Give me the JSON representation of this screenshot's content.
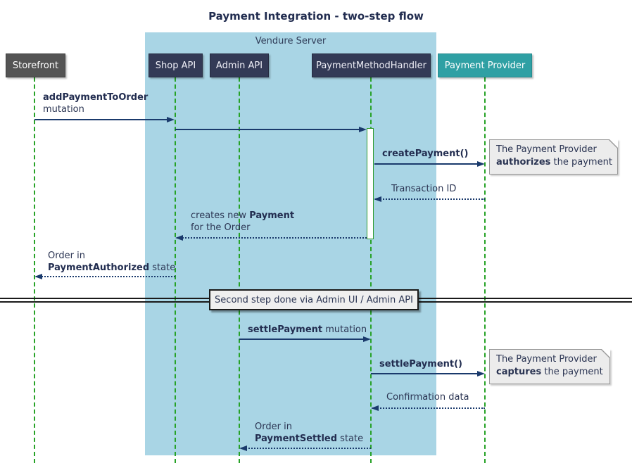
{
  "title": "Payment Integration - two-step flow",
  "server_group": {
    "label": "Vendure Server"
  },
  "participants": {
    "storefront": "Storefront",
    "shop_api": "Shop API",
    "admin_api": "Admin API",
    "payment_method_handler": "PaymentMethodHandler",
    "payment_provider": "Payment Provider"
  },
  "messages": {
    "add_payment": {
      "bold": "addPaymentToOrder",
      "line2": "mutation"
    },
    "create_payment": {
      "bold": "createPayment()"
    },
    "transaction_id": {
      "text": "Transaction ID"
    },
    "creates_payment": {
      "pre": "creates new ",
      "bold": "Payment",
      "line2": "for the Order"
    },
    "order_authorized": {
      "line1": "Order in",
      "bold": "PaymentAuthorized",
      "rest": " state"
    },
    "settle_mutation": {
      "bold": "settlePayment",
      "rest": " mutation"
    },
    "settle_call": {
      "bold": "settlePayment()"
    },
    "confirmation": {
      "text": "Confirmation data"
    },
    "order_settled": {
      "line1": "Order in",
      "bold": "PaymentSettled",
      "rest": " state"
    }
  },
  "notes": {
    "authorize": {
      "line1": "The Payment Provider",
      "bold": "authorizes",
      "rest": " the payment"
    },
    "capture": {
      "line1": "The Payment Provider",
      "bold": "captures",
      "rest": " the payment"
    }
  },
  "divider": {
    "label": "Second step done via Admin UI / Admin API"
  },
  "colors": {
    "server_box_fill": "#a9d5e5",
    "participant_navy": "#333a56",
    "participant_gray": "#545454",
    "participant_teal": "#2fa0a4",
    "lifeline_green": "#27a227",
    "activation_border": "#2e9b2e",
    "arrow_navy": "#1a3a6c",
    "text_navy": "#2b3553",
    "note_fill": "#ececec",
    "note_border": "#999999",
    "divider_border": "#1a1a1a"
  }
}
